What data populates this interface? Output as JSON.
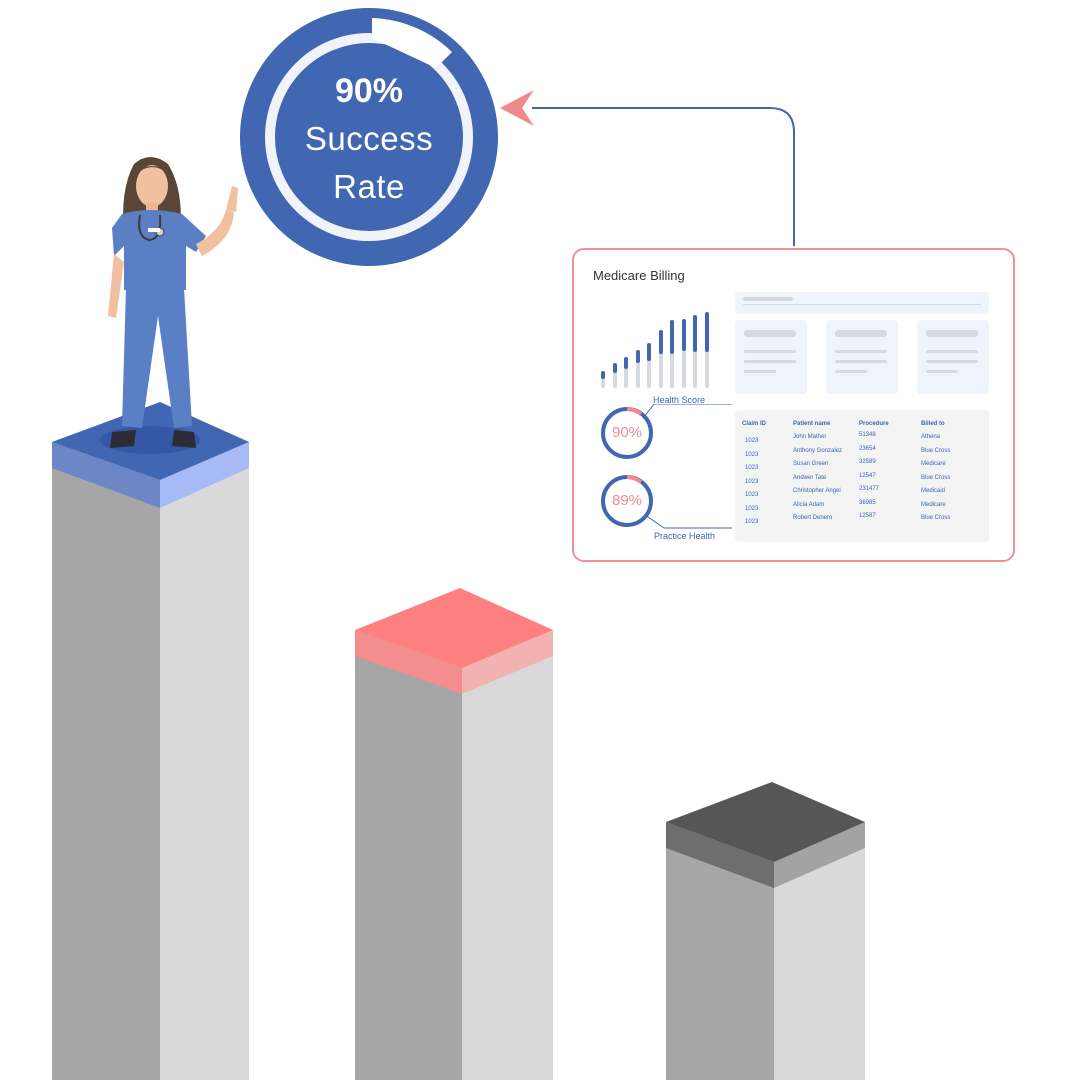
{
  "badge": {
    "percent": "90%",
    "line1": "Success",
    "line2": "Rate",
    "progress": 0.9
  },
  "card": {
    "title": "Medicare Billing",
    "health_score": {
      "label": "Health Score",
      "value": "90%"
    },
    "practice_health": {
      "label": "Practice Health",
      "value": "89%"
    },
    "mini_bars": [
      {
        "total": 17,
        "filled": 0.45
      },
      {
        "total": 25,
        "filled": 0.4
      },
      {
        "total": 31,
        "filled": 0.38
      },
      {
        "total": 38,
        "filled": 0.35
      },
      {
        "total": 45,
        "filled": 0.4
      },
      {
        "total": 58,
        "filled": 0.42
      },
      {
        "total": 68,
        "filled": 0.5
      },
      {
        "total": 69,
        "filled": 0.47
      },
      {
        "total": 73,
        "filled": 0.5
      },
      {
        "total": 76,
        "filled": 0.52
      }
    ],
    "table": {
      "headers": [
        "Claim ID",
        "Patient name",
        "Procedure",
        "Billed to"
      ],
      "rows": [
        [
          "1023",
          "John Mather",
          "51348",
          "Athena"
        ],
        [
          "1023",
          "Anthony Gonzalez",
          "23654",
          "Blue Cross"
        ],
        [
          "1023",
          "Susan Green",
          "32589",
          "Medicare"
        ],
        [
          "1023",
          "Andwer Tate",
          "12547",
          "Blue Cross"
        ],
        [
          "1023",
          "Christopher Angel",
          "231477",
          "Medicaid"
        ],
        [
          "1023",
          "Alicia Adam",
          "36985",
          "Medicare"
        ],
        [
          "1023",
          "Robert Denero",
          "12587",
          "Blue Cross"
        ]
      ]
    }
  },
  "colors": {
    "brand_blue": "#4166b2",
    "accent_coral": "#f08a8a",
    "pillar_light": "#d9d9d9",
    "pillar_dark": "#a6a6a6"
  }
}
